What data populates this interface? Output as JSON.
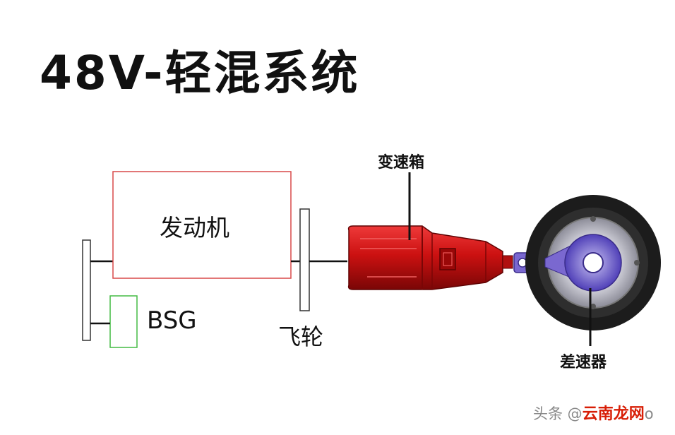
{
  "title": "48V-轻混系统",
  "labels": {
    "engine": "发动机",
    "bsg": "BSG",
    "flywheel": "飞轮",
    "gearbox": "变速箱",
    "differential": "差速器"
  },
  "watermark": {
    "prefix": "头条 @",
    "highlight": "云南龙网",
    "suffix": "o"
  },
  "colors": {
    "engine_outline": "#d94848",
    "bsg_outline": "#44bb44",
    "gearbox_body": "#cc1111",
    "differential_accent": "#6a55c8",
    "tire": "#1c1c1c"
  }
}
